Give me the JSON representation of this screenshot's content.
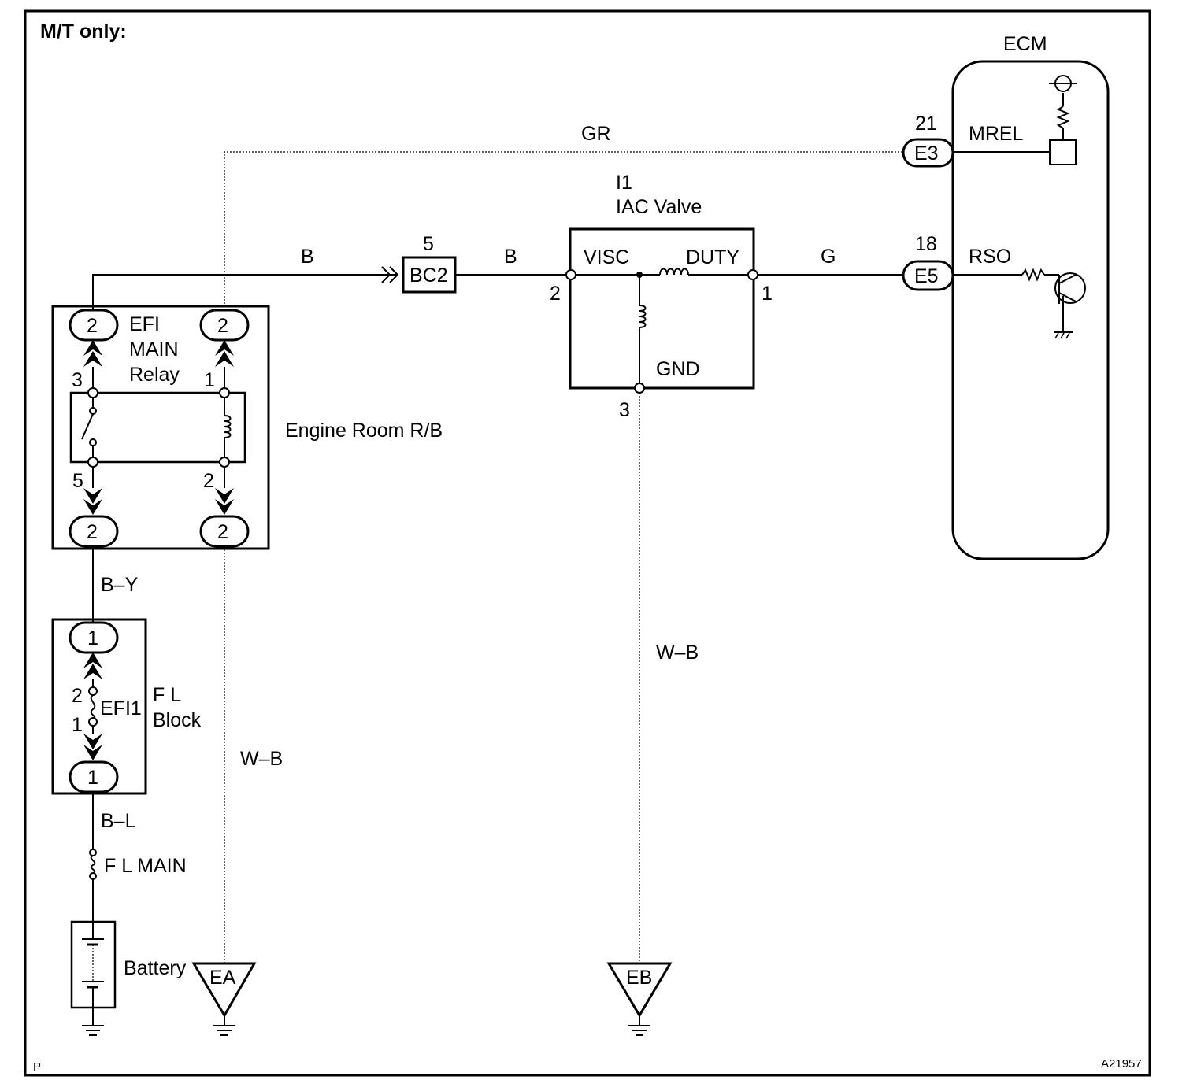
{
  "header": {
    "title": "M/T only:",
    "corner_mark": "P",
    "figure_id": "A21957"
  },
  "ecm": {
    "title": "ECM",
    "e3": {
      "pin": "21",
      "connector": "E3",
      "signal": "MREL"
    },
    "e5": {
      "pin": "18",
      "connector": "E5",
      "signal": "RSO"
    }
  },
  "iac": {
    "code": "I1",
    "name": "IAC Valve",
    "visc": "VISC",
    "duty": "DUTY",
    "gnd": "GND",
    "pin_visc": "2",
    "pin_duty": "1",
    "pin_gnd": "3"
  },
  "bc2": {
    "pin": "5",
    "label": "BC2"
  },
  "wires": {
    "gr": "GR",
    "b_left": "B",
    "b_right": "B",
    "g": "G",
    "b_y": "B–Y",
    "b_l": "B–L",
    "w_b_left": "W–B",
    "w_b_mid": "W–B"
  },
  "relay_block": {
    "name": "Engine Room R/B",
    "relay_line1": "EFI",
    "relay_line2": "MAIN",
    "relay_line3": "Relay",
    "conn_top_left": "2",
    "conn_top_right": "2",
    "conn_bot_left": "2",
    "conn_bot_right": "2",
    "pin3": "3",
    "pin1": "1",
    "pin5": "5",
    "pin2": "2"
  },
  "fl_block": {
    "line1": "F L",
    "line2": "Block",
    "conn_top": "1",
    "conn_bot": "1",
    "fuse": "EFI1",
    "pin_top": "2",
    "pin_bot": "1"
  },
  "fl_main": "F L MAIN",
  "battery": "Battery",
  "grounds": {
    "ea": "EA",
    "eb": "EB"
  }
}
